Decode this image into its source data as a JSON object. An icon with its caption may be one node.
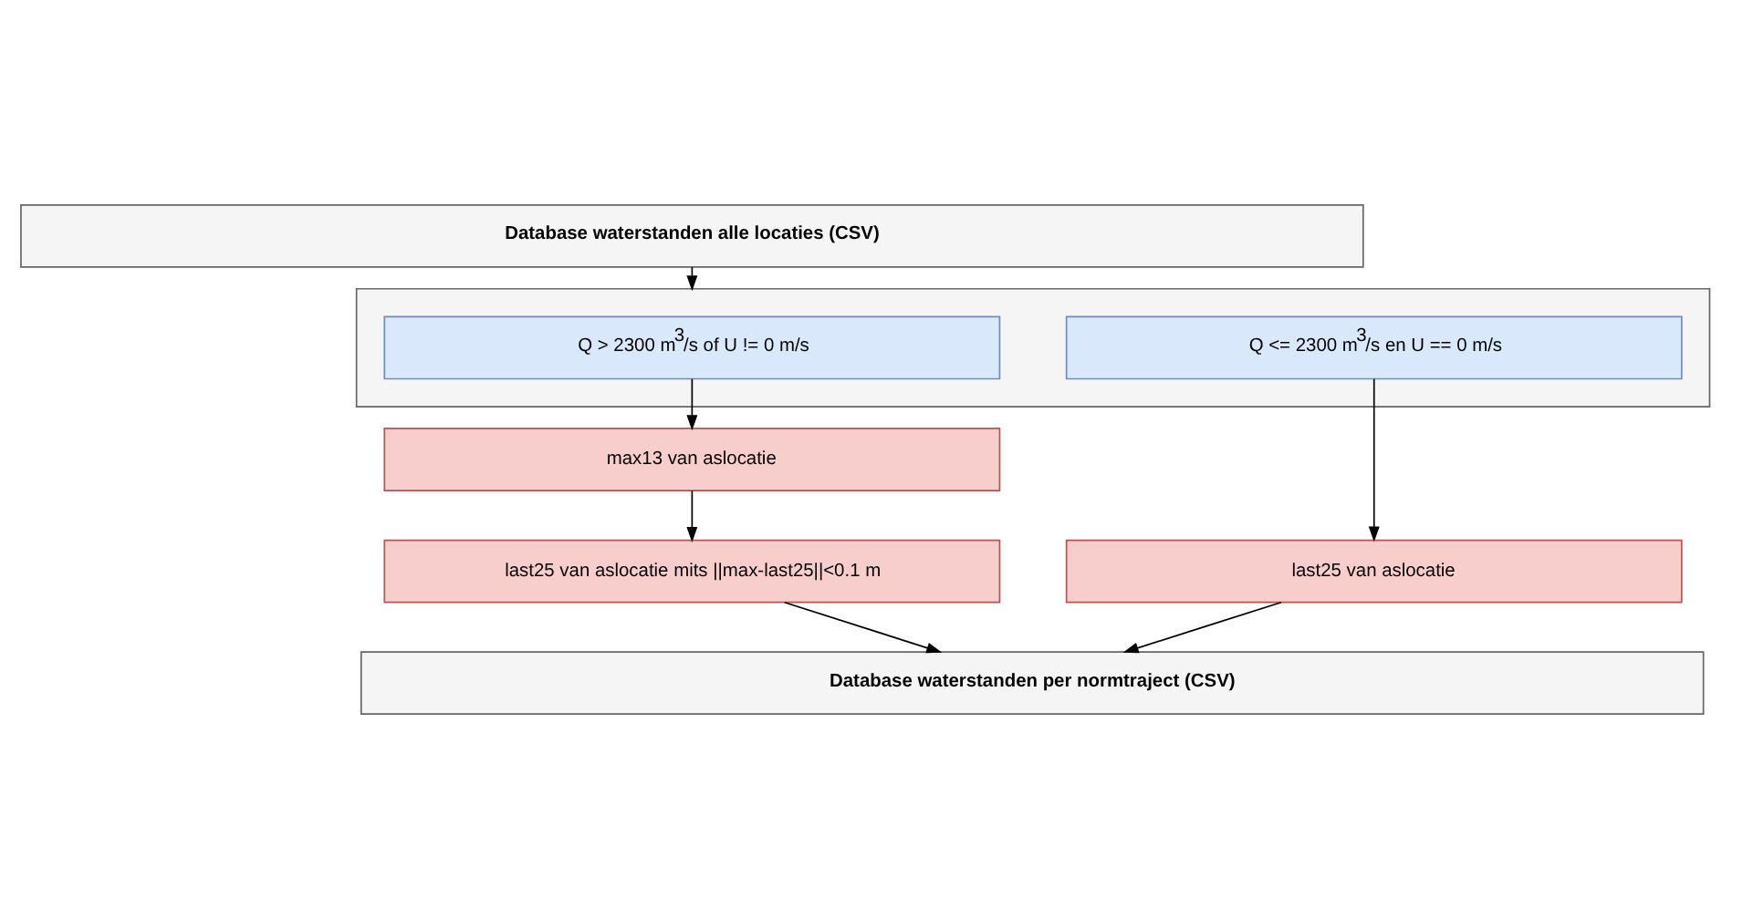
{
  "diagram": {
    "nodes": [
      {
        "text": [
          "Database waterstanden alle locaties (CSV)"
        ]
      },
      {
        "text": [],
        "shape": "box"
      },
      {
        "text": [
          "Q > 2300 m$^{3}$/s of U != 0 m/s"
        ],
        "in": 1
      },
      {
        "text": [
          "Q <= 2300 m$^{3}$/s en U == 0 m/s"
        ],
        "in": 1
      },
      {
        "text": [
          "max13 van aslocatie"
        ]
      },
      {
        "text": [
          "last25 van aslocatie mits ||max-last25||<0.1 m"
        ]
      },
      {
        "text": [
          "last25 van aslocatie"
        ]
      },
      {
        "text": [
          "Database waterstanden per normtraject (CSV)"
        ]
      }
    ],
    "edges": [
      {
        "from": 0,
        "to": 1,
        "arrow": "to"
      },
      {
        "from": 2,
        "to": 4,
        "arrow": "to"
      },
      {
        "from": 4,
        "to": 5,
        "arrow": "to"
      },
      {
        "from": 3,
        "to": 6,
        "arrow": "to"
      },
      {
        "from": 5,
        "to": 7,
        "arrow": "to"
      },
      {
        "from": 6,
        "to": 7,
        "arrow": "to"
      }
    ]
  }
}
